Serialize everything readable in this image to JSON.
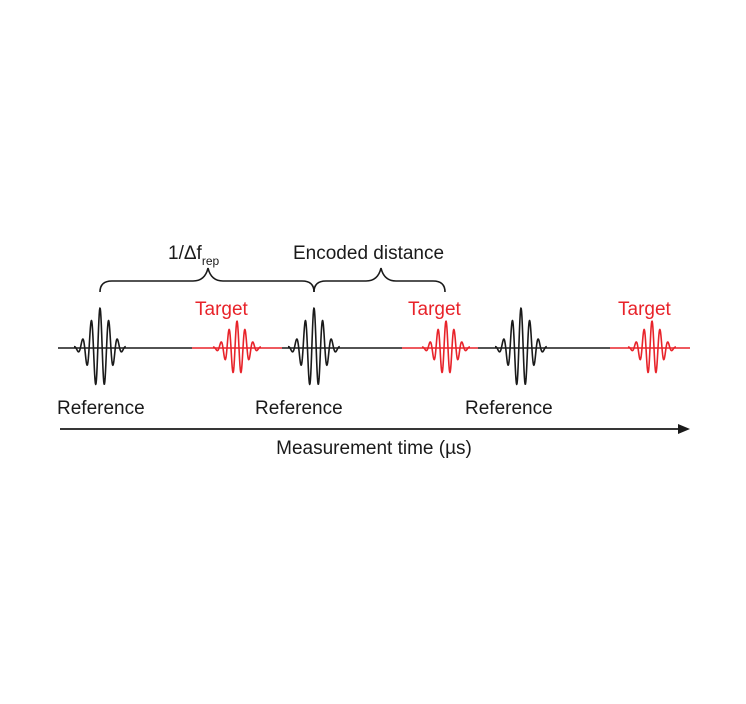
{
  "colors": {
    "reference": "#1a1a1a",
    "target": "#e8232a",
    "background": "#ffffff"
  },
  "labels": {
    "period_main": "1/Δf",
    "period_sub": "rep",
    "encoded_distance": "Encoded distance",
    "reference": "Reference",
    "target": "Target",
    "time_axis": "Measurement time (µs)"
  },
  "pulses": [
    {
      "kind": "reference",
      "label": "Reference"
    },
    {
      "kind": "target",
      "label": "Target"
    },
    {
      "kind": "reference",
      "label": "Reference"
    },
    {
      "kind": "target",
      "label": "Target"
    },
    {
      "kind": "reference",
      "label": "Reference"
    },
    {
      "kind": "target",
      "label": "Target"
    }
  ]
}
